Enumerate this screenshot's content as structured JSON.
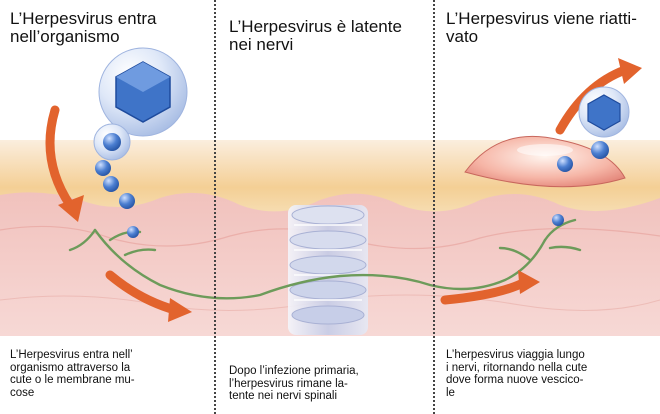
{
  "panels": [
    {
      "title": "L’Herpesvirus entra\nnell’organismo",
      "caption": "L’Herpesvirus  entra  nell’\norganismo  attraverso  la\ncute  o  le  membrane  mu-\ncose"
    },
    {
      "title": "L’Herpesvirus è latente\nnei nervi",
      "caption": "Dopo  l’infezione  primaria,\nl’herpesvirus   rimane   la-\ntente nei nervi spinali"
    },
    {
      "title": "L’Herpesvirus viene riatti-\nvato",
      "caption": "L’herpesvirus  viaggia  lungo\ni nervi, ritornando nella cute\ndove forma nuove vescico-\nle"
    }
  ],
  "colors": {
    "skin_top": "#f6d9a6",
    "skin_band": "#f7e6c7",
    "dermis": "#f3c9c6",
    "nerve": "#6d9b5a",
    "arrow": "#e2632d",
    "virus": "#3f74c8",
    "spine": "#c7cde8"
  },
  "icons": [
    "virus-icon",
    "arrow-icon",
    "spine-icon",
    "blister-icon"
  ]
}
